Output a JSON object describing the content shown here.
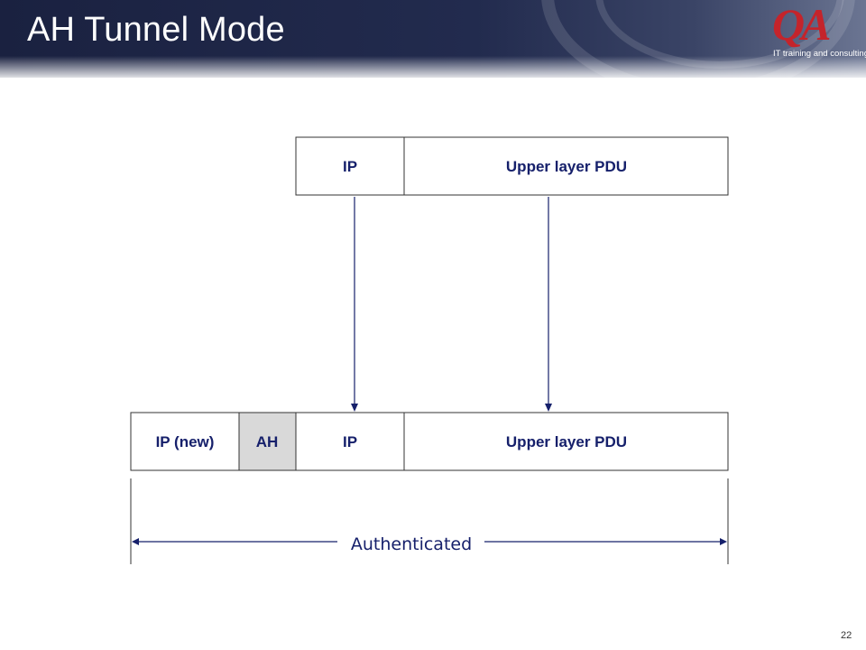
{
  "slide": {
    "title": "AH Tunnel Mode",
    "page_number": "22"
  },
  "logo": {
    "mark": "QA",
    "tagline": "IT training and consulting"
  },
  "diagram": {
    "original_packet": {
      "ip": "IP",
      "pdu": "Upper layer PDU"
    },
    "tunnel_packet": {
      "ip_new": "IP (new)",
      "ah": "AH",
      "ip": "IP",
      "pdu": "Upper layer PDU"
    },
    "authenticated_label": "Authenticated"
  },
  "colors": {
    "header": "#222b4e",
    "text": "#16206b",
    "ah_fill": "#d9d9d9",
    "logo": "#c4242b"
  }
}
